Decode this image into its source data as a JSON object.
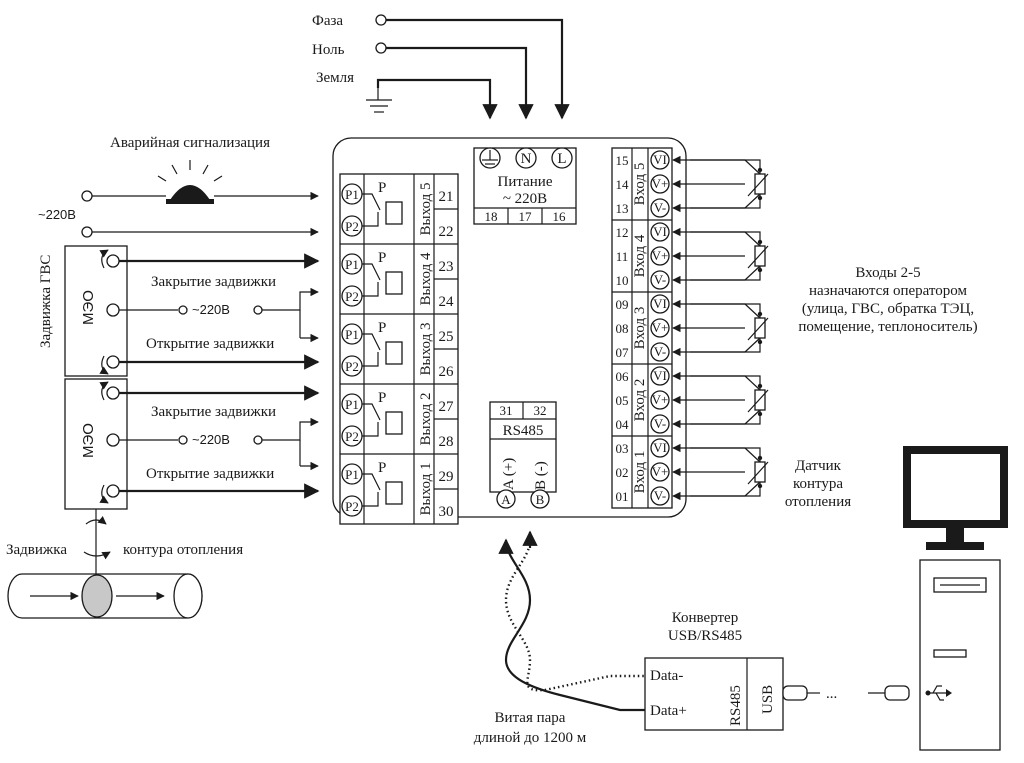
{
  "power": {
    "phase": "Фаза",
    "neutral": "Ноль",
    "ground": "Земля",
    "label": "Питание",
    "voltage": "~ 220В",
    "terminals": [
      "18",
      "17",
      "16"
    ],
    "symbols": [
      "N",
      "L"
    ]
  },
  "alarm": {
    "label": "Аварийная сигнализация",
    "supply": "~220В"
  },
  "valve_hws": {
    "side_label": "Задвижка ГВС",
    "actuator": "МЭО",
    "close": "Закрытие задвижки",
    "open": "Открытие задвижки",
    "supply": "~220В"
  },
  "valve_heating": {
    "actuator": "МЭО",
    "close": "Закрытие задвижки",
    "open": "Открытие задвижки",
    "supply": "~220В",
    "pipe_label_left": "Задвижка",
    "pipe_label_right": "контура отопления"
  },
  "outputs": [
    {
      "name": "Выход 5",
      "t1": "21",
      "t2": "22",
      "p1": "P1",
      "p2": "P2",
      "relay": "P"
    },
    {
      "name": "Выход 4",
      "t1": "23",
      "t2": "24",
      "p1": "P1",
      "p2": "P2",
      "relay": "P"
    },
    {
      "name": "Выход 3",
      "t1": "25",
      "t2": "26",
      "p1": "P1",
      "p2": "P2",
      "relay": "P"
    },
    {
      "name": "Выход 2",
      "t1": "27",
      "t2": "28",
      "p1": "P1",
      "p2": "P2",
      "relay": "P"
    },
    {
      "name": "Выход 1",
      "t1": "29",
      "t2": "30",
      "p1": "P1",
      "p2": "P2",
      "relay": "P"
    }
  ],
  "rs485": {
    "title": "RS485",
    "terminals": [
      "31",
      "32"
    ],
    "a_label": "A (+)",
    "b_label": "B (-)",
    "a": "A",
    "b": "B"
  },
  "inputs": [
    {
      "name": "Вход 5",
      "terms": [
        "15",
        "14",
        "13"
      ],
      "pins": [
        "VI",
        "V+",
        "V-"
      ]
    },
    {
      "name": "Вход 4",
      "terms": [
        "12",
        "11",
        "10"
      ],
      "pins": [
        "VI",
        "V+",
        "V-"
      ]
    },
    {
      "name": "Вход 3",
      "terms": [
        "09",
        "08",
        "07"
      ],
      "pins": [
        "VI",
        "V+",
        "V-"
      ]
    },
    {
      "name": "Вход 2",
      "terms": [
        "06",
        "05",
        "04"
      ],
      "pins": [
        "VI",
        "V+",
        "V-"
      ]
    },
    {
      "name": "Вход 1",
      "terms": [
        "03",
        "02",
        "01"
      ],
      "pins": [
        "VI",
        "V+",
        "V-"
      ]
    }
  ],
  "inputs_note": [
    "Входы 2-5",
    "назначаются оператором",
    "(улица, ГВС, обратка ТЭЦ,",
    "помещение, теплоноситель)"
  ],
  "sensor_note": [
    "Датчик",
    "контура",
    "отопления"
  ],
  "converter": {
    "title": [
      "Конвертер",
      "USB/RS485"
    ],
    "data_minus": "Data-",
    "data_plus": "Data+",
    "rs485": "RS485",
    "usb": "USB",
    "dots": "..."
  },
  "cable_note": [
    "Витая пара",
    "длиной до 1200 м"
  ]
}
